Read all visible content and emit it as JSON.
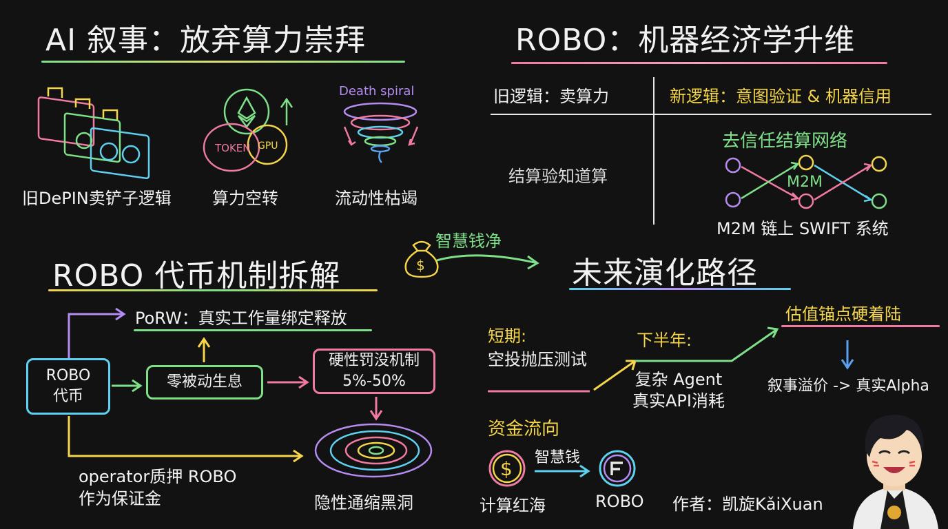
{
  "colors": {
    "background": "#121212",
    "green": "#7fe08a",
    "pink": "#f07aa0",
    "yellow": "#f5d64a",
    "cyan": "#5ed0f0",
    "purple": "#b48cf2",
    "blue": "#5aa0f0"
  },
  "sections": {
    "ai": {
      "title": "AI 叙事：放弃算力崇拜",
      "items": [
        {
          "label": "旧DePIN卖铲子逻辑",
          "icon": "gpu-miner-icon"
        },
        {
          "label": "算力空转",
          "icon": "token-coins-icon"
        },
        {
          "label": "流动性枯竭",
          "icon": "death-spiral-icon",
          "icon_text": "Death spiral"
        }
      ],
      "coin_labels": {
        "token": "TOKEN",
        "gpu": "GPU"
      }
    },
    "robo_econ": {
      "title": "ROBO：机器经济学升维",
      "old_logic": "旧逻辑：卖算力",
      "new_logic": "新逻辑：意图验证 & 机器信用",
      "left_text": "结算验知道算",
      "network_title": "去信任结算网络",
      "network_label": "M2M",
      "network_caption": "M2M 链上 SWIFT 系统"
    },
    "token": {
      "title": "ROBO 代币机制拆解",
      "porw": "PoRW：真实工作量绑定释放",
      "robo_box": [
        "ROBO",
        "代币"
      ],
      "zero_box": "零被动生息",
      "slash_box": [
        "硬性罚没机制",
        "5%-50%"
      ],
      "operator_note": [
        "operator质押 ROBO",
        "作为保证金"
      ],
      "black_hole": "隐性通缩黑洞"
    },
    "bridge": {
      "label": "智慧钱净"
    },
    "future": {
      "title": "未来演化路径",
      "short_term_label": "短期:",
      "short_term_text": "空投抛压测试",
      "h2_label": "下半年:",
      "h2_text": [
        "复杂 Agent",
        "真实API消耗"
      ],
      "anchor_label": "估值锚点硬着陆",
      "anchor_text": "叙事溢价 -> 真实Alpha",
      "flow_title": "资金流向",
      "flow_arrow_label": "智慧钱",
      "flow_from": "计算红海",
      "flow_to": "ROBO",
      "author": "作者：凯旋KǎiXuan"
    }
  }
}
